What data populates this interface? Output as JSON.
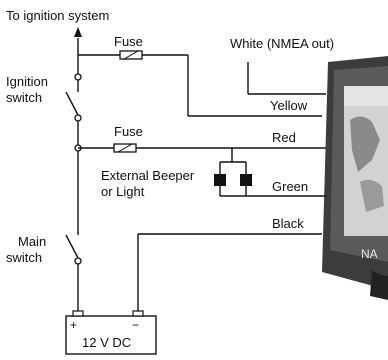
{
  "labels": {
    "to_ignition": "To ignition system",
    "fuse_top": "Fuse",
    "fuse_mid": "Fuse",
    "white": "White (NMEA out)",
    "ignition_switch_line1": "Ignition",
    "ignition_switch_line2": "switch",
    "yellow": "Yellow",
    "red": "Red",
    "beeper_line1": "External Beeper",
    "beeper_line2": "or Light",
    "green": "Green",
    "black": "Black",
    "main_switch_line1": "Main",
    "main_switch_line2": "switch",
    "battery": "12 V DC",
    "battery_plus": "+",
    "battery_minus": "−"
  },
  "device": {
    "screen_color": "#c8c8c8",
    "body_color": "#4a4a4a",
    "map_land_color": "#7c7c7c",
    "logo_partial": "NA"
  }
}
